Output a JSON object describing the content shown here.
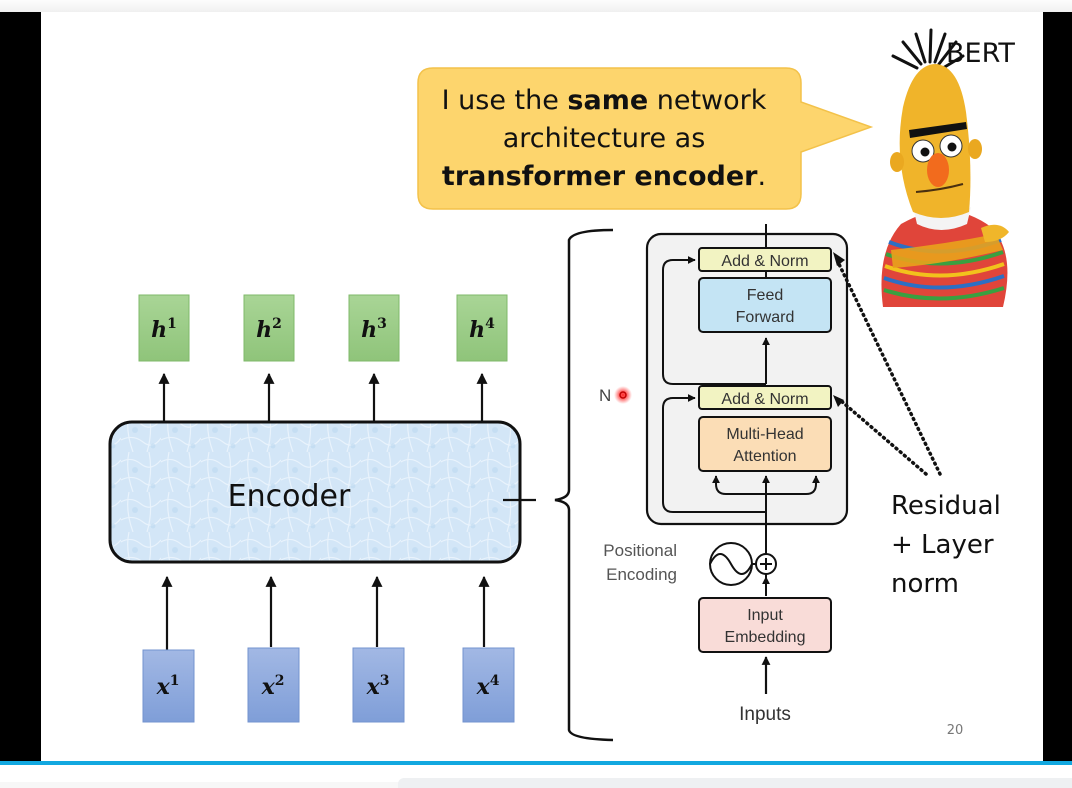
{
  "slide": {
    "page_number": "20",
    "speech_bubble": {
      "line1_pre": "I use the ",
      "line1_bold": "same",
      "line1_post": " network",
      "line2": "architecture as",
      "line3_bold": "transformer encoder",
      "line3_post": "."
    },
    "character_label": "BERT",
    "encoder_label": "Encoder",
    "outputs": [
      {
        "base": "h",
        "sup": "1"
      },
      {
        "base": "h",
        "sup": "2"
      },
      {
        "base": "h",
        "sup": "3"
      },
      {
        "base": "h",
        "sup": "4"
      }
    ],
    "inputs": [
      {
        "base": "x",
        "sup": "1"
      },
      {
        "base": "x",
        "sup": "2"
      },
      {
        "base": "x",
        "sup": "3"
      },
      {
        "base": "x",
        "sup": "4"
      }
    ],
    "transformer": {
      "nx_label": "N",
      "add_norm_top": "Add & Norm",
      "feed_forward_line1": "Feed",
      "feed_forward_line2": "Forward",
      "add_norm_bottom": "Add & Norm",
      "mha_line1": "Multi-Head",
      "mha_line2": "Attention",
      "pos_enc_line1": "Positional",
      "pos_enc_line2": "Encoding",
      "input_emb_line1": "Input",
      "input_emb_line2": "Embedding",
      "inputs_label": "Inputs"
    },
    "residual_note": {
      "line1": "Residual",
      "line2": "+ Layer",
      "line3": "norm"
    },
    "colors": {
      "bubble_fill": "#fdd56d",
      "bubble_stroke": "#f5c550",
      "output_box": "#9ccf87",
      "input_box": "#8ea9dc",
      "encoder_fill": "#cfe3f5",
      "add_norm": "#f2f3c2",
      "feed_forward": "#c4e4f4",
      "mha": "#fbddb6",
      "input_embedding": "#f9dcd8",
      "accent_line": "#12a8e0",
      "laser_pointer": "#ff2020"
    }
  }
}
